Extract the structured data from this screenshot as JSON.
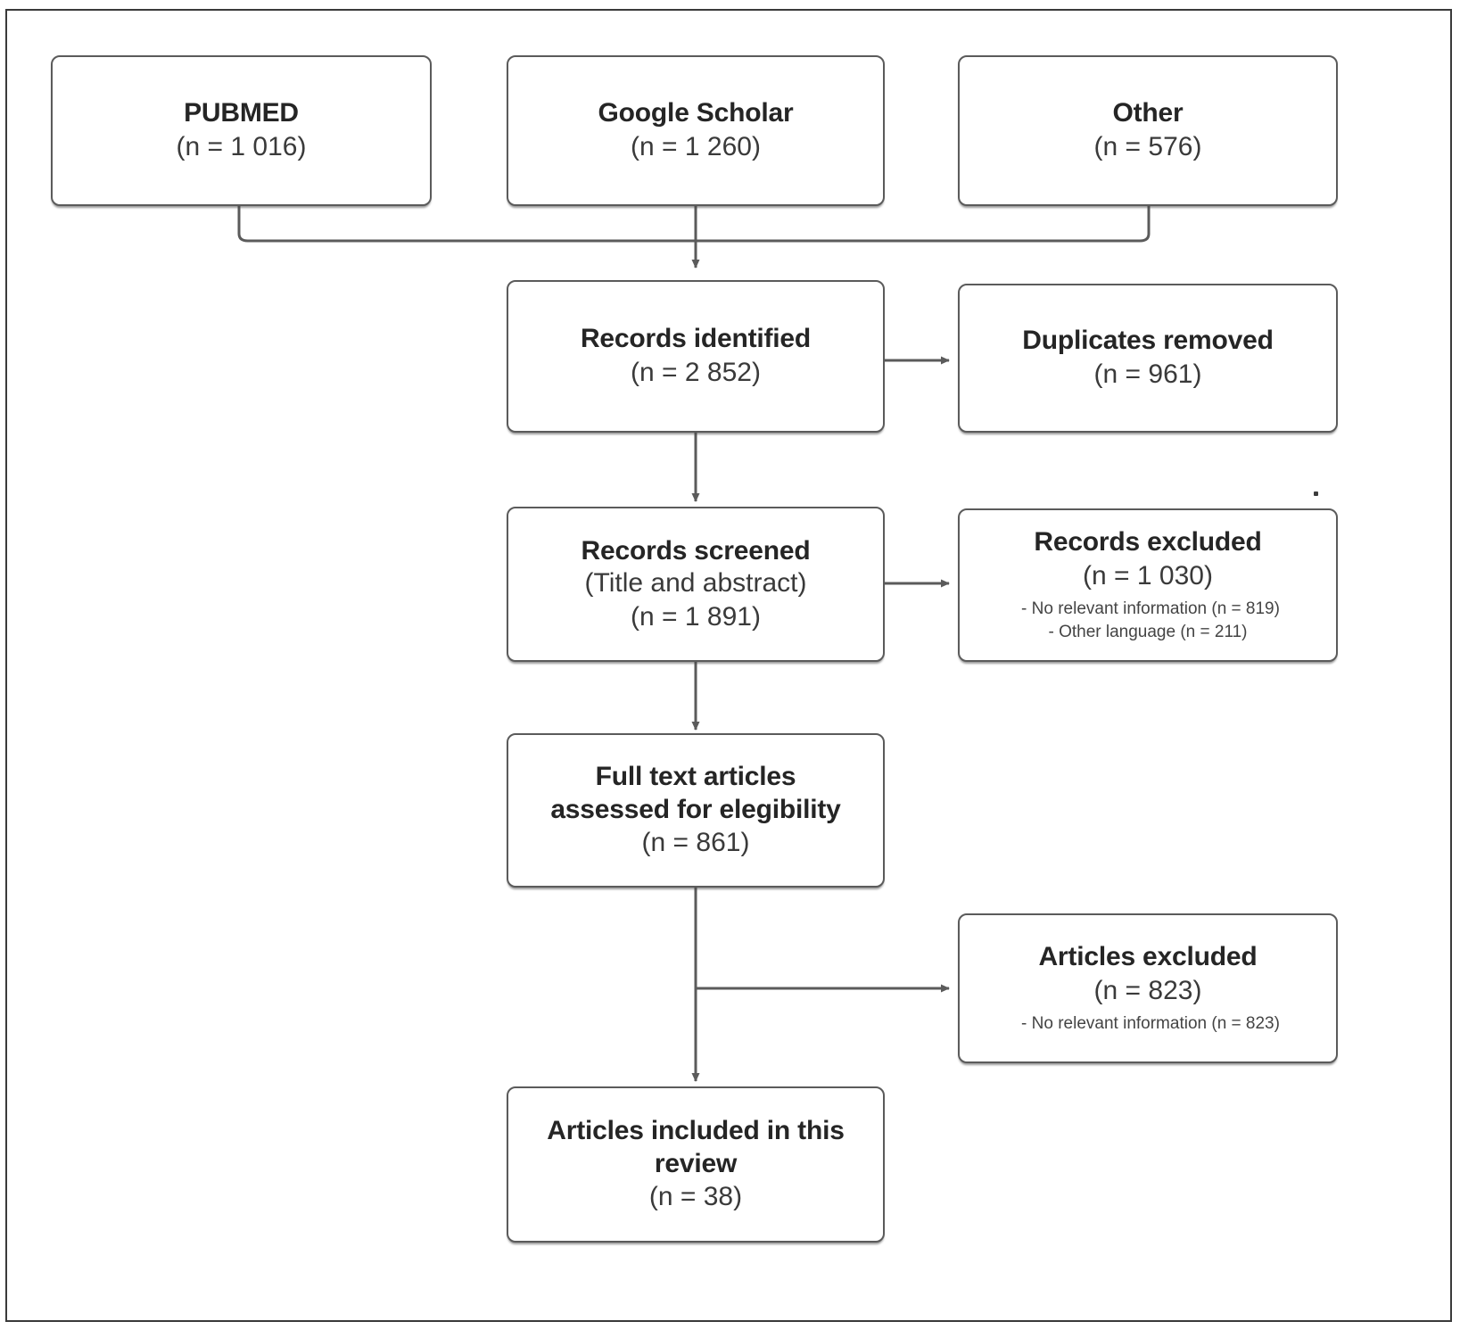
{
  "diagram": {
    "type": "prisma-flow-diagram",
    "stroke_color": "#5b5b5b",
    "text_color": "#252525",
    "background": "#ffffff",
    "sources": [
      {
        "title": "PUBMED",
        "count": "(n = 1 016)"
      },
      {
        "title": "Google Scholar",
        "count": "(n = 1 260)"
      },
      {
        "title": "Other",
        "count": "(n = 576)"
      }
    ],
    "identified": {
      "title": "Records identified",
      "count": "(n = 2 852)"
    },
    "duplicates": {
      "title": "Duplicates removed",
      "count": "(n = 961)"
    },
    "screened": {
      "title": "Records screened",
      "subtitle": "(Title and abstract)",
      "count": "(n = 1 891)"
    },
    "records_excluded": {
      "title": "Records excluded",
      "count": "(n = 1 030)",
      "bullets": [
        "-  No relevant information  (n =  819)",
        "- Other language (n = 211)"
      ]
    },
    "fulltext": {
      "title_line1": "Full text  articles",
      "title_line2": "assessed for elegibility",
      "count": "(n = 861)"
    },
    "articles_excluded": {
      "title": "Articles excluded",
      "count": "(n = 823)",
      "bullets": [
        "-  No relevant information  (n =  823)"
      ]
    },
    "included": {
      "title_line1": "Articles included in this",
      "title_line2": "review",
      "count": "(n = 38)"
    }
  }
}
